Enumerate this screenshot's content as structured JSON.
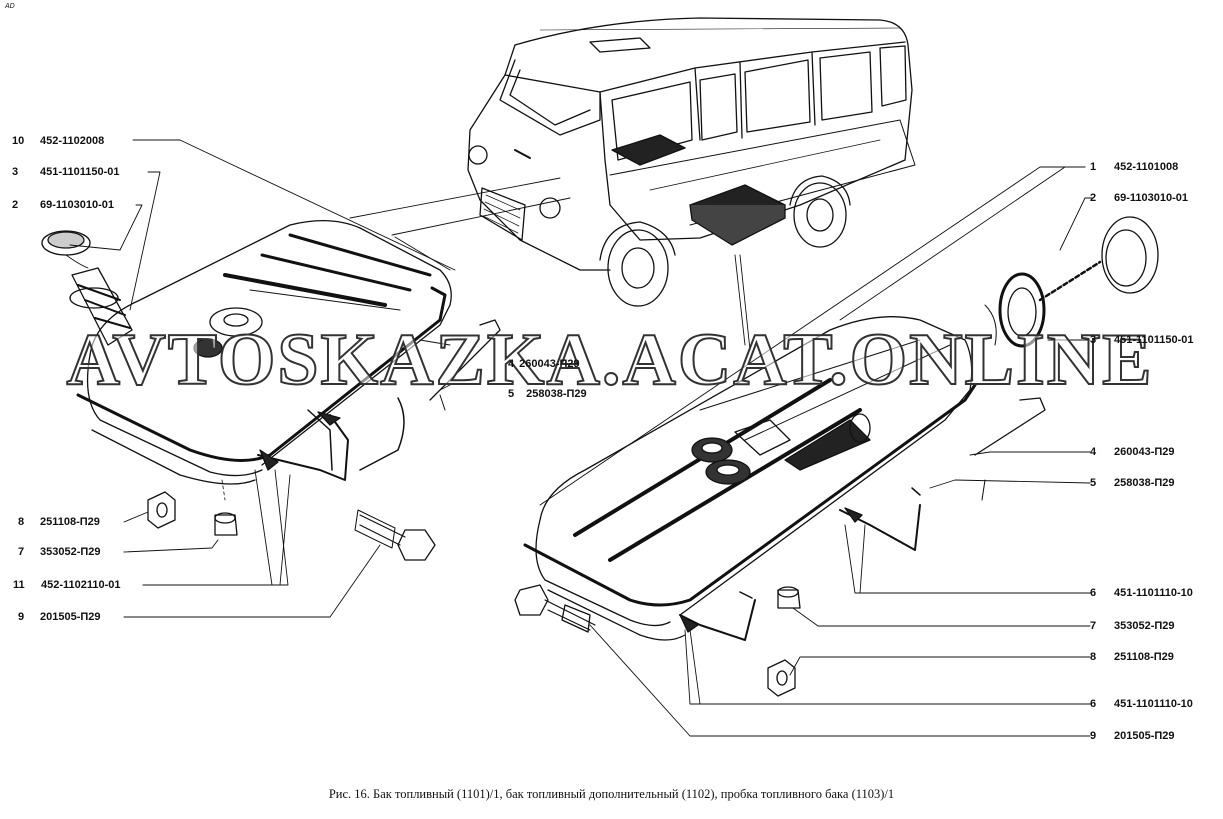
{
  "corner_mark": "AD",
  "watermark": "AVTOSKAZKA.ACAT.ONLINE",
  "caption": "Рис. 16. Бак топливный (1101)/1, бак топливный дополнительный (1102), пробка топливного бака (1103)/1",
  "left_labels": [
    {
      "num": "10",
      "code": "452-1102008"
    },
    {
      "num": "3",
      "code": "451-1101150-01"
    },
    {
      "num": "2",
      "code": "69-1103010-01"
    },
    {
      "num": "4",
      "code": "260043-П29"
    },
    {
      "num": "5",
      "code": "258038-П29"
    },
    {
      "num": "8",
      "code": "251108-П29"
    },
    {
      "num": "7",
      "code": "353052-П29"
    },
    {
      "num": "11",
      "code": "452-1102110-01"
    },
    {
      "num": "9",
      "code": "201505-П29"
    }
  ],
  "right_labels": [
    {
      "num": "1",
      "code": "452-1101008"
    },
    {
      "num": "2",
      "code": "69-1103010-01"
    },
    {
      "num": "3",
      "code": "451-1101150-01"
    },
    {
      "num": "4",
      "code": "260043-П29"
    },
    {
      "num": "5",
      "code": "258038-П29"
    },
    {
      "num": "6",
      "code": "451-1101110-10"
    },
    {
      "num": "7",
      "code": "353052-П29"
    },
    {
      "num": "8",
      "code": "251108-П29"
    },
    {
      "num": "6",
      "code": "451-1101110-10"
    },
    {
      "num": "9",
      "code": "201505-П29"
    }
  ]
}
